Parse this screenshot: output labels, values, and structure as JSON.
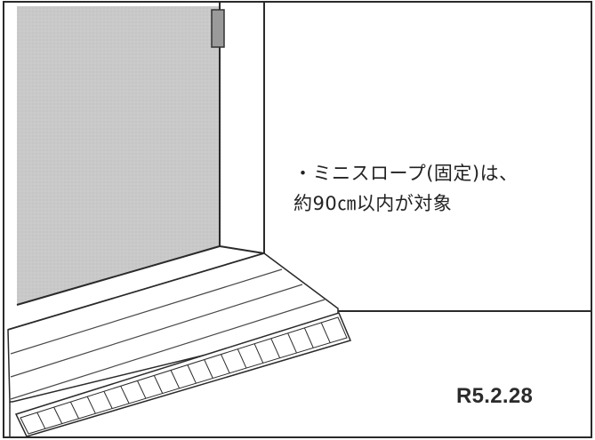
{
  "note": {
    "line1": "・ミニスロープ(固定)は、",
    "line2": "約90㎝以内が対象"
  },
  "date_label": "R5.2.28"
}
